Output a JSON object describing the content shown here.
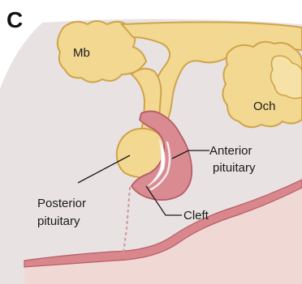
{
  "panel_letter": "C",
  "labels": {
    "mb": "Mb",
    "och": "Och",
    "anterior_line1": "Anterior",
    "anterior_line2": "pituitary",
    "posterior_line1": "Posterior",
    "posterior_line2": "pituitary",
    "cleft": "Cleft"
  },
  "colors": {
    "brain_tissue": "#f3d891",
    "brain_outline": "#cfa44c",
    "background_tissue": "#e8e3e2",
    "anterior_pituitary": "#d98b91",
    "anterior_outline": "#b55d66",
    "pharynx_band": "#d9868c",
    "pharynx_lining": "#f0d8d4"
  }
}
